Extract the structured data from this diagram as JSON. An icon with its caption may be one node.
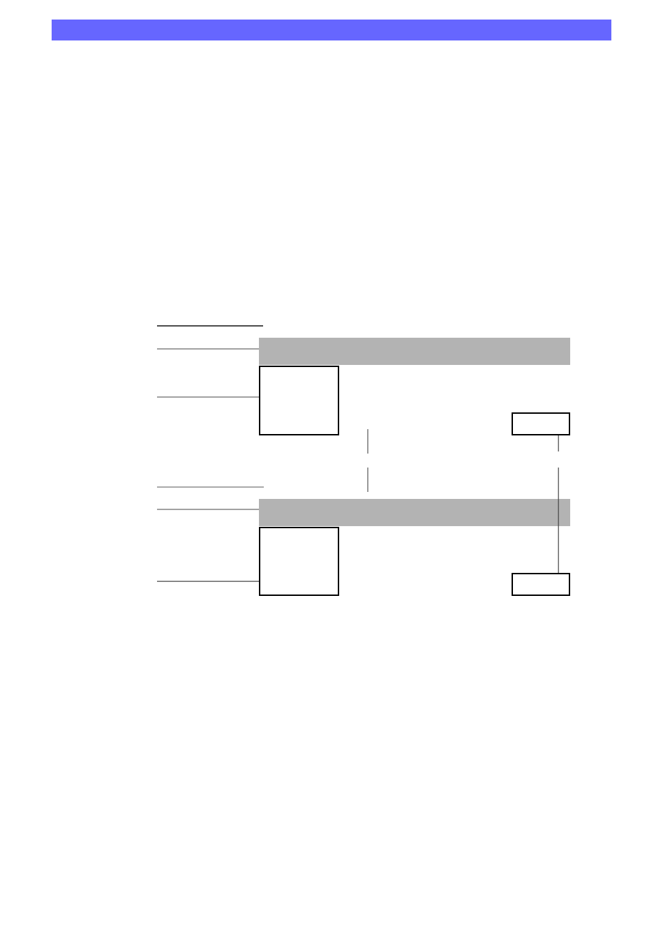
{
  "diagram": {
    "nodes": [
      {
        "text": [],
        "shape": "bar"
      },
      {
        "text": [],
        "shape": "bar"
      },
      {
        "text": [],
        "shape": "box"
      },
      {
        "text": [],
        "shape": "box"
      },
      {
        "text": [],
        "shape": "bar"
      },
      {
        "text": [],
        "shape": "box"
      },
      {
        "text": [],
        "shape": "box"
      }
    ],
    "edges": [
      {
        "from": null,
        "to": 1,
        "arrow": "none"
      },
      {
        "from": null,
        "to": 2,
        "arrow": "none"
      },
      {
        "from": null,
        "to": 4,
        "arrow": "none"
      },
      {
        "from": null,
        "to": 5,
        "arrow": "none"
      },
      {
        "from": 3,
        "to": null,
        "arrow": "none"
      },
      {
        "from": null,
        "to": 6,
        "arrow": "none"
      }
    ]
  }
}
